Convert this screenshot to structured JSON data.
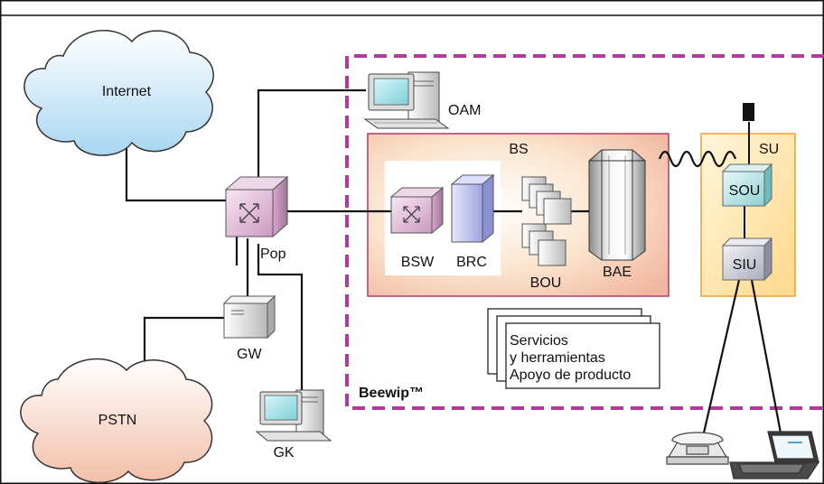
{
  "clouds": {
    "internet": "Internet",
    "pstn": "PSTN"
  },
  "nodes": {
    "oam": "OAM",
    "pop": "Pop",
    "gw": "GW",
    "gk": "GK",
    "bsw": "BSW",
    "brc": "BRC",
    "bou": "BOU",
    "bae": "BAE",
    "sou": "SOU",
    "siu": "SIU"
  },
  "groups": {
    "bs": "BS",
    "su": "SU",
    "beewip": "Beewip™"
  },
  "services": {
    "line1": "Servicios",
    "line2": "y herramientas",
    "line3": "Apoyo de producto"
  },
  "colors": {
    "beewip_border": "#b23a9a",
    "su_border": "#f0a030",
    "bs_border": "#b23a6a",
    "connector": "#111111"
  }
}
